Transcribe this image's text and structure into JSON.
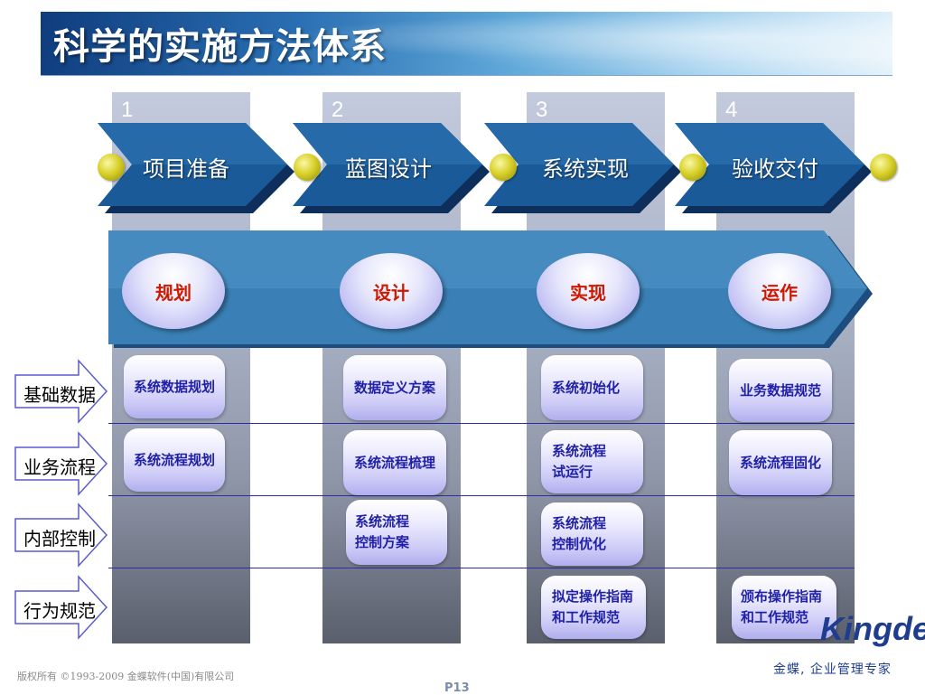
{
  "title": "科学的实施方法体系",
  "stages": [
    {
      "num": "1",
      "label": "项目准备"
    },
    {
      "num": "2",
      "label": "蓝图设计"
    },
    {
      "num": "3",
      "label": "系统实现"
    },
    {
      "num": "4",
      "label": "验收交付"
    }
  ],
  "phases": [
    "规划",
    "设计",
    "实现",
    "运作"
  ],
  "rows": [
    "基础数据",
    "业务流程",
    "内部控制",
    "行为规范"
  ],
  "cells": {
    "c1r1": "系统数据规划",
    "c1r2": "系统流程规划",
    "c2r1": "数据定义方案",
    "c2r2": "系统流程梳理",
    "c2r3a": "系统流程",
    "c2r3b": "控制方案",
    "c3r1": "系统初始化",
    "c3r2a": "系统流程",
    "c3r2b": "试运行",
    "c3r3a": "系统流程",
    "c3r3b": "控制优化",
    "c3r4a": "拟定操作指南",
    "c3r4b": "和工作规范",
    "c4r1": "业务数据规范",
    "c4r2": "系统流程固化",
    "c4r4a": "颁布操作指南",
    "c4r4b": "和工作规范"
  },
  "footer": {
    "logo": "Kingdee",
    "slogan": "金蝶, 企业管理专家",
    "copyright": "版权所有 ©1993-2009 金蝶软件(中国)有限公司",
    "page": "P13"
  },
  "colors": {
    "chevron": "#1b4d8c",
    "band": "#3a7fb5",
    "phase_text": "#cc1a00",
    "cell_text": "#1f1fa8"
  }
}
